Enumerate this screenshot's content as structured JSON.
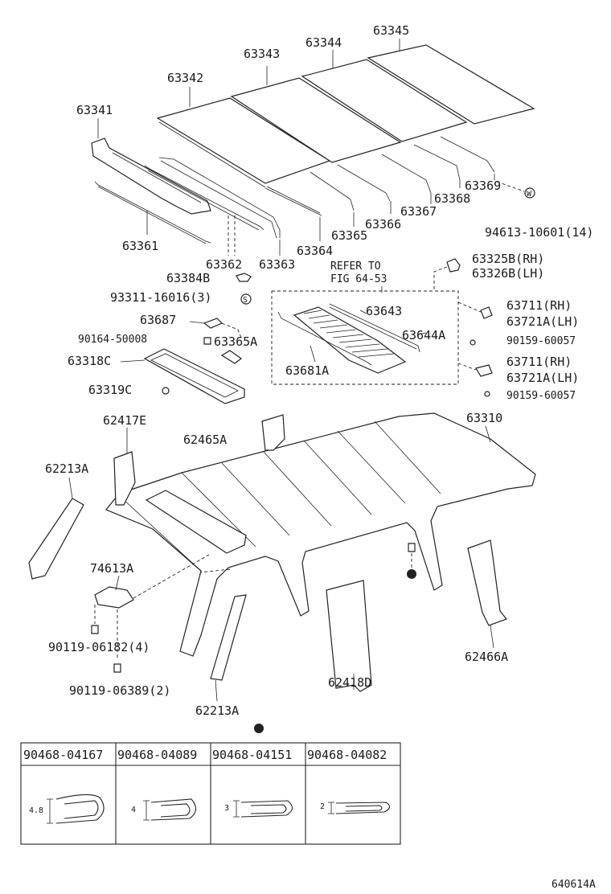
{
  "labels": {
    "p63345": "63345",
    "p63344": "63344",
    "p63343": "63343",
    "p63342": "63342",
    "p63341": "63341",
    "p63369": "63369",
    "p63368": "63368",
    "p63367": "63367",
    "p63366": "63366",
    "p63365": "63365",
    "p63364": "63364",
    "p63363": "63363",
    "p63362": "63362",
    "p63361": "63361",
    "p94613": "94613-10601(14)",
    "p63325b": "63325B(RH)",
    "p63326b": "63326B(LH)",
    "refer1": "REFER TO",
    "refer2": "FIG 64-53",
    "p63384b": "63384B",
    "p93311": "93311-16016(3)",
    "p63687": "63687",
    "p63643": "63643",
    "p63644a": "63644A",
    "p90164": "90164-50008",
    "p63365a": "63365A",
    "p63318c": "63318C",
    "p63681a": "63681A",
    "p63319c": "63319C",
    "p63711a": "63711(RH)",
    "p63721aa": "63721A(LH)",
    "p90159a": "90159-60057",
    "p63711b": "63711(RH)",
    "p63721ab": "63721A(LH)",
    "p90159b": "90159-60057",
    "p62417e": "62417E",
    "p62465a": "62465A",
    "p63310": "63310",
    "p62213a1": "62213A",
    "p74613a": "74613A",
    "p90119a": "90119-06182(4)",
    "p90119b": "90119-06389(2)",
    "p62418d": "62418D",
    "p62466a": "62466A",
    "p62213a2": "62213A",
    "symbol_s": "S",
    "symbol_w": "W",
    "footer": "640614A"
  },
  "clip_table": {
    "headers": [
      "90468-04167",
      "90468-04089",
      "90468-04151",
      "90468-04082"
    ],
    "dims": [
      "4.8",
      "4",
      "3",
      "2"
    ]
  },
  "colors": {
    "line": "#222222",
    "background": "#ffffff"
  }
}
